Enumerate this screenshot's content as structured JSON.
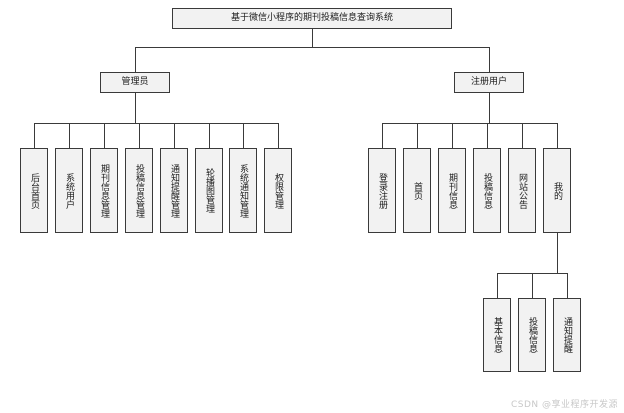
{
  "diagram": {
    "type": "tree",
    "root": {
      "label": "基于微信小程序的期刊投稿信息查询系统"
    },
    "branches": [
      {
        "label": "管理员",
        "children": [
          {
            "label": "后台首页"
          },
          {
            "label": "系统用户"
          },
          {
            "label": "期刊信息管理"
          },
          {
            "label": "投稿信息管理"
          },
          {
            "label": "通知提醒管理"
          },
          {
            "label": "轮播图管理"
          },
          {
            "label": "系统通知管理"
          },
          {
            "label": "权限管理"
          }
        ]
      },
      {
        "label": "注册用户",
        "children": [
          {
            "label": "登录注册"
          },
          {
            "label": "首页"
          },
          {
            "label": "期刊信息"
          },
          {
            "label": "投稿信息"
          },
          {
            "label": "网站公告"
          },
          {
            "label": "我的",
            "children": [
              {
                "label": "基本信息"
              },
              {
                "label": "投稿信息"
              },
              {
                "label": "通知提醒"
              }
            ]
          }
        ]
      }
    ]
  },
  "watermark": {
    "text": "CSDN @享业程序开发源"
  }
}
